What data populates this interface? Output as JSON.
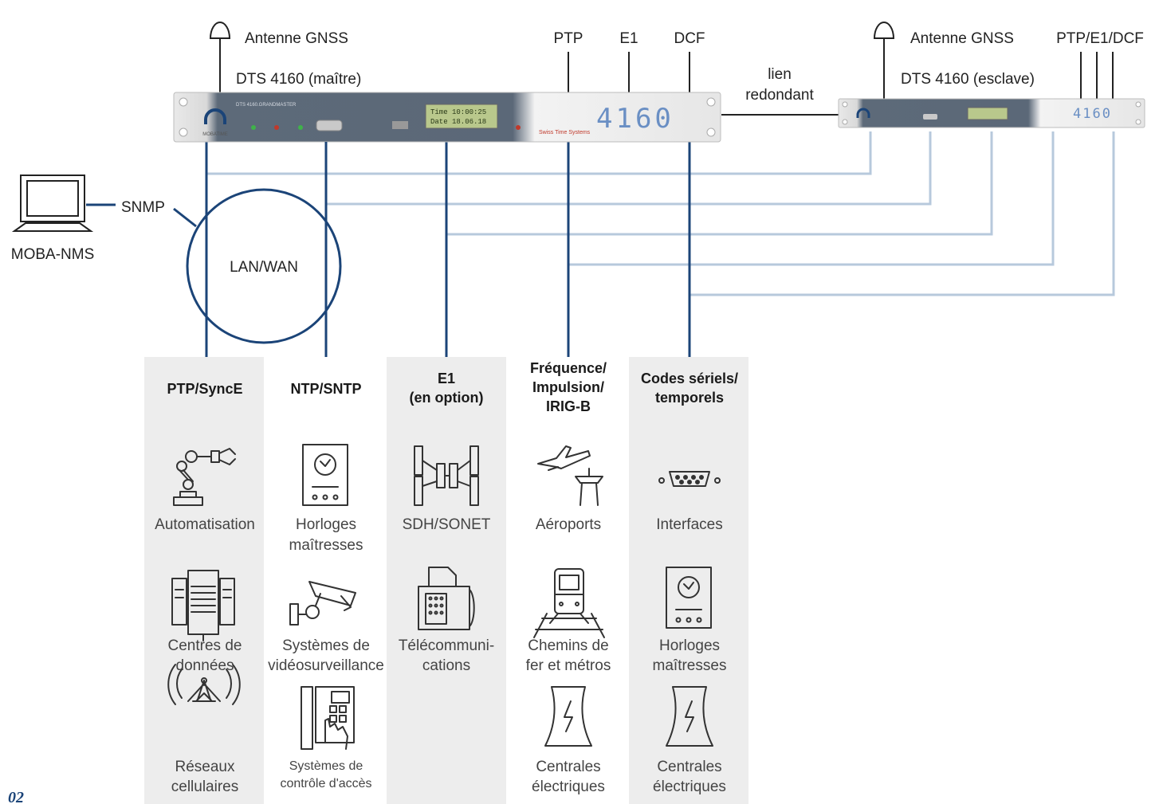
{
  "master": {
    "antenna_label": "Antenne GNSS",
    "device_label": "DTS 4160 (maître)",
    "panel_text": "DTS 4160.GRANDMASTER",
    "brand": "MOBATIME",
    "lcd_line1": "Time  10:00:25",
    "lcd_line2": "Date  18.06.18",
    "footer": "Swiss Time Systems",
    "display": "4160",
    "port_ptp": "PTP",
    "port_e1": "E1",
    "port_dcf": "DCF"
  },
  "slave": {
    "antenna_label": "Antenne GNSS",
    "device_label": "DTS 4160 (esclave)",
    "ports_label": "PTP/E1/DCF"
  },
  "redundant_link": {
    "line1": "lien",
    "line2": "redondant"
  },
  "nms": {
    "label": "MOBA-NMS",
    "protocol": "SNMP"
  },
  "network": {
    "label": "LAN/WAN"
  },
  "columns": [
    {
      "header": [
        "PTP/SyncE"
      ],
      "items": [
        {
          "icon": "robot-arm-icon",
          "label": [
            "Automatisation"
          ]
        },
        {
          "icon": "data-center-icon",
          "label": [
            "Centres de",
            "données"
          ]
        },
        {
          "icon": "cell-tower-icon",
          "label": [
            "Réseaux",
            "cellulaires"
          ]
        }
      ]
    },
    {
      "header": [
        "NTP/SNTP"
      ],
      "items": [
        {
          "icon": "master-clock-icon",
          "label": [
            "Horloges",
            "maîtresses"
          ]
        },
        {
          "icon": "surveillance-camera-icon",
          "label": [
            "Systèmes de",
            "vidéosurveillance"
          ]
        },
        {
          "icon": "access-control-icon",
          "label": [
            "Systèmes de",
            "contrôle d'accès"
          ]
        }
      ]
    },
    {
      "header": [
        "E1",
        "(en option)"
      ],
      "items": [
        {
          "icon": "sdh-sonet-icon",
          "label": [
            "SDH/SONET"
          ]
        },
        {
          "icon": "telephone-fax-icon",
          "label": [
            "Télécommuni-",
            "cations"
          ]
        }
      ]
    },
    {
      "header": [
        "Fréquence/",
        "Impulsion/",
        "IRIG-B"
      ],
      "items": [
        {
          "icon": "airport-icon",
          "label": [
            "Aéroports"
          ]
        },
        {
          "icon": "train-icon",
          "label": [
            "Chemins de",
            "fer et métros"
          ]
        },
        {
          "icon": "power-plant-icon",
          "label": [
            "Centrales",
            "électriques"
          ]
        }
      ]
    },
    {
      "header": [
        "Codes sériels/",
        "temporels"
      ],
      "items": [
        {
          "icon": "serial-connector-icon",
          "label": [
            "Interfaces"
          ]
        },
        {
          "icon": "master-clock-icon",
          "label": [
            "Horloges",
            "maîtresses"
          ]
        },
        {
          "icon": "power-plant-icon",
          "label": [
            "Centrales",
            "électriques"
          ]
        }
      ]
    }
  ],
  "page_number": "02",
  "colors": {
    "trunk": "#1b4478",
    "redundant": "#b7c9dc",
    "column_bg": "#ededed",
    "page_number": "#1b4478"
  }
}
